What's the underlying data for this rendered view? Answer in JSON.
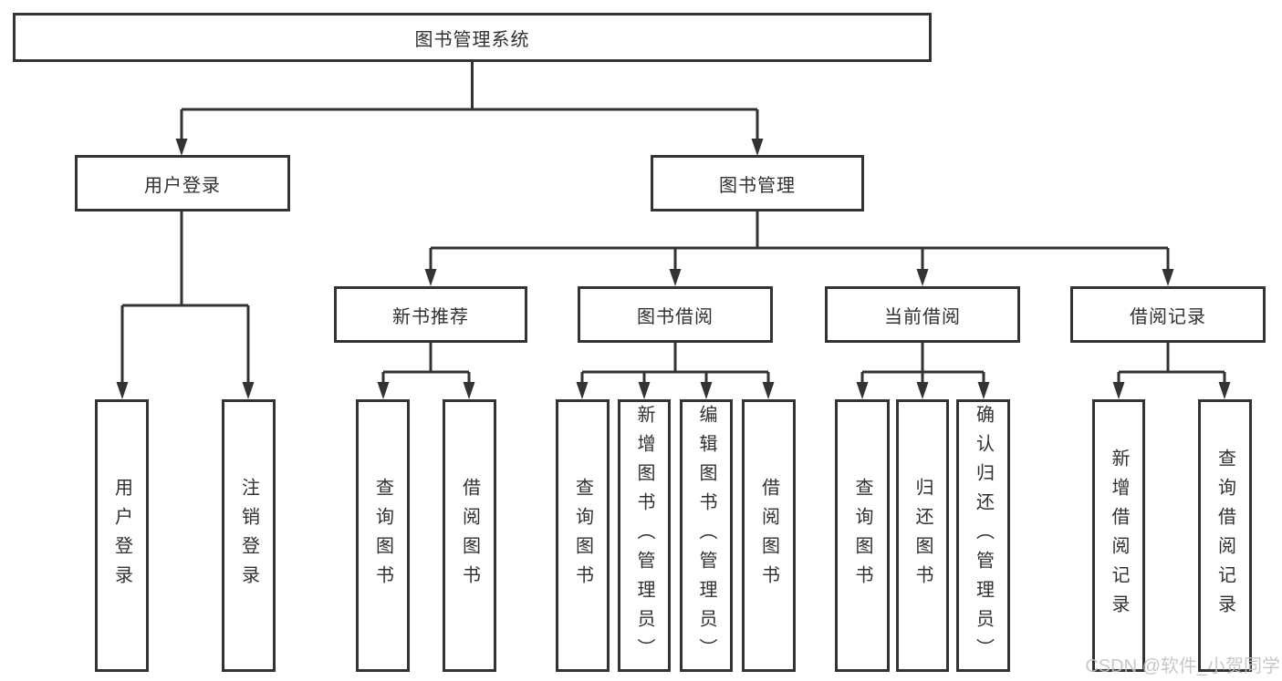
{
  "tree": {
    "label": "图书管理系统",
    "children": [
      {
        "label": "用户登录",
        "children": [
          {
            "label": "用户登录"
          },
          {
            "label": "注销登录"
          }
        ]
      },
      {
        "label": "图书管理",
        "children": [
          {
            "label": "新书推荐",
            "children": [
              {
                "label": "查询图书"
              },
              {
                "label": "借阅图书"
              }
            ]
          },
          {
            "label": "图书借阅",
            "children": [
              {
                "label": "查询图书"
              },
              {
                "label": "新增图书（管理员）"
              },
              {
                "label": "编辑图书（管理员）"
              },
              {
                "label": "借阅图书"
              }
            ]
          },
          {
            "label": "当前借阅",
            "children": [
              {
                "label": "查询图书"
              },
              {
                "label": "归还图书"
              },
              {
                "label": "确认归还（管理员）"
              }
            ]
          },
          {
            "label": "借阅记录",
            "children": [
              {
                "label": "新增借阅记录"
              },
              {
                "label": "查询借阅记录"
              }
            ]
          }
        ]
      }
    ]
  },
  "watermark": {
    "text": "CSDN @软件_小贺同学"
  },
  "colors": {
    "line": "#333333",
    "text": "#303030",
    "box_background": "#ffffff",
    "background": "#ffffff",
    "watermark": "#c3c3c3"
  }
}
